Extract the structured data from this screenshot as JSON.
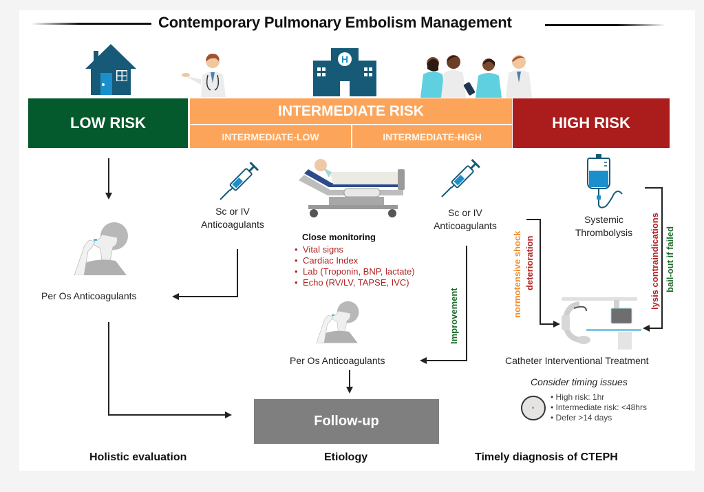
{
  "title": "Contemporary Pulmonary Embolism Management",
  "risk_bands": {
    "low": "LOW RISK",
    "intermediate": "INTERMEDIATE RISK",
    "intermediate_low": "INTERMEDIATE-LOW",
    "intermediate_high": "INTERMEDIATE-HIGH",
    "high": "HIGH RISK"
  },
  "colors": {
    "low": "#045a2c",
    "intermediate": "#fca55a",
    "high": "#ab1c1c",
    "icon_blue": "#175a78",
    "followup": "#7f7f7f"
  },
  "icons": [
    "house-icon",
    "doctor-icon",
    "hospital-icon",
    "medical-team-icon",
    "syringe-icon",
    "hospital-bed-icon",
    "iv-bag-icon",
    "patient-taking-pill-icon",
    "cath-lab-icon",
    "clock-icon"
  ],
  "nodes": {
    "low_po": "Per Os Anticoagulants",
    "il_sc_line1": "Sc or IV",
    "il_sc_line2": "Anticoagulants",
    "ih_sc_line1": "Sc or IV",
    "ih_sc_line2": "Anticoagulants",
    "thrombolysis_line1": "Systemic",
    "thrombolysis_line2": "Thrombolysis",
    "mid_po": "Per Os Anticoagulants",
    "catheter": "Catheter Interventional Treatment",
    "followup": "Follow-up"
  },
  "monitoring": {
    "title": "Close monitoring",
    "items": [
      "Vital signs",
      "Cardiac Index",
      "Lab (Troponin, BNP, lactate)",
      "Echo (RV/LV, TAPSE, IVC)"
    ]
  },
  "arrow_labels": {
    "improvement": "Improvement",
    "normotensive": "normotensive shock",
    "deterioration": "deterioration",
    "lysis": "lysis contraindications",
    "bailout": "bail-out if failed"
  },
  "timing": {
    "title": "Consider timing issues",
    "items": [
      "High risk: 1hr",
      "Intermediate risk: <48hrs",
      "Defer >14 days"
    ]
  },
  "footer": {
    "holistic": "Holistic evaluation",
    "etiology": "Etiology",
    "cteph": "Timely diagnosis of CTEPH"
  }
}
